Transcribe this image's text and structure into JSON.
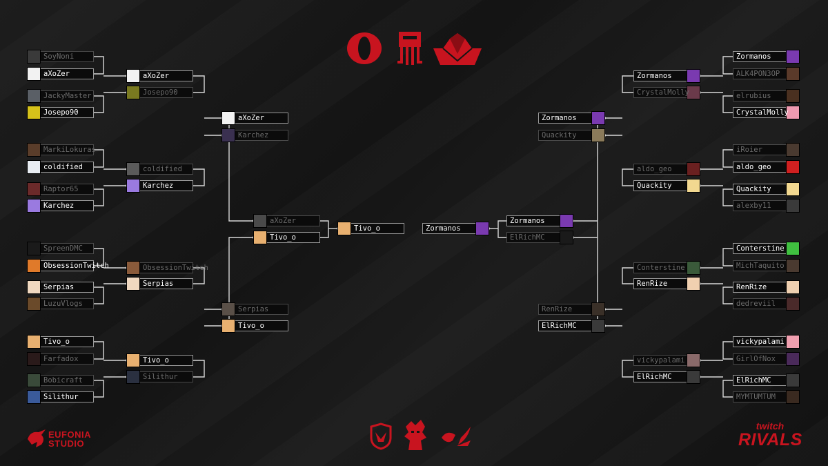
{
  "colors": {
    "accent": "#c8141f",
    "winner_text": "#ffffff",
    "eliminated_text": "#6b6b6b",
    "frame": "#9a9a9a",
    "line": "#d8d8d8"
  },
  "top_logos": [
    "opera-icon",
    "squid-icon",
    "paper-boat-icon"
  ],
  "bottom_logos": [
    "shield-fox-icon",
    "warrior-icon",
    "cat-eyes-icon"
  ],
  "brand_left": {
    "line1": "EUFONIA",
    "line2": "STUDIO"
  },
  "brand_right": {
    "line1": "twitch",
    "line2": "RIVALS"
  },
  "bracket": {
    "left_r1": [
      {
        "name": "SoyNoni",
        "won": false,
        "skin": "#3a3a3a"
      },
      {
        "name": "aXoZer",
        "won": true,
        "skin": "#f2f2f2"
      },
      {
        "name": "JackyMaster",
        "won": false,
        "skin": "#5a5f66"
      },
      {
        "name": "Josepo90",
        "won": true,
        "skin": "#d6c21a"
      },
      {
        "name": "MarkiLokuras",
        "won": false,
        "skin": "#5a3d2a"
      },
      {
        "name": "coldified",
        "won": true,
        "skin": "#e8ecf2"
      },
      {
        "name": "Raptor65",
        "won": false,
        "skin": "#6b2a2a"
      },
      {
        "name": "Karchez",
        "won": true,
        "skin": "#9a7ae0"
      },
      {
        "name": "SpreenDMC",
        "won": false,
        "skin": "#1a1a1a"
      },
      {
        "name": "ObsessionTwitch",
        "won": true,
        "skin": "#e07a2a"
      },
      {
        "name": "Serpias",
        "won": true,
        "skin": "#f0d8c0"
      },
      {
        "name": "LuzuVlogs",
        "won": false,
        "skin": "#6a4a2a"
      },
      {
        "name": "Tivo_o",
        "won": true,
        "skin": "#e8b070"
      },
      {
        "name": "Farfadox",
        "won": false,
        "skin": "#2a1a1a"
      },
      {
        "name": "Bobicraft",
        "won": false,
        "skin": "#3a4a3a"
      },
      {
        "name": "Silithur",
        "won": true,
        "skin": "#3a5a9a"
      }
    ],
    "left_r2": [
      {
        "name": "aXoZer",
        "won": true,
        "skin": "#f2f2f2"
      },
      {
        "name": "Josepo90",
        "won": false,
        "skin": "#7a7a20"
      },
      {
        "name": "coldified",
        "won": false,
        "skin": "#5a5a5a"
      },
      {
        "name": "Karchez",
        "won": true,
        "skin": "#9a7ae0"
      },
      {
        "name": "ObsessionTwitch",
        "won": false,
        "skin": "#8a5a3a"
      },
      {
        "name": "Serpias",
        "won": true,
        "skin": "#f0d8c0"
      },
      {
        "name": "Tivo_o",
        "won": true,
        "skin": "#e8b070"
      },
      {
        "name": "Silithur",
        "won": false,
        "skin": "#2a3040"
      }
    ],
    "left_qf": [
      {
        "name": "aXoZer",
        "won": true,
        "skin": "#f2f2f2"
      },
      {
        "name": "Karchez",
        "won": false,
        "skin": "#3a3050"
      },
      {
        "name": "Serpias",
        "won": false,
        "skin": "#5a5048"
      },
      {
        "name": "Tivo_o",
        "won": true,
        "skin": "#e8b070"
      }
    ],
    "left_sf": [
      {
        "name": "aXoZer",
        "won": false,
        "skin": "#4a4a4a"
      },
      {
        "name": "Tivo_o",
        "won": true,
        "skin": "#e8b070"
      }
    ],
    "left_final": {
      "name": "Tivo_o",
      "won": true,
      "skin": "#e8b070"
    },
    "right_final": {
      "name": "Zormanos",
      "won": true,
      "skin": "#7a3ab0"
    },
    "right_sf": [
      {
        "name": "Zormanos",
        "won": true,
        "skin": "#7a3ab0"
      },
      {
        "name": "ElRichMC",
        "won": false,
        "skin": "#1a1a1a"
      }
    ],
    "right_qf": [
      {
        "name": "Zormanos",
        "won": true,
        "skin": "#7a3ab0"
      },
      {
        "name": "Quackity",
        "won": false,
        "skin": "#8a7a5a"
      },
      {
        "name": "RenRize",
        "won": false,
        "skin": "#3a3028"
      },
      {
        "name": "ElRichMC",
        "won": true,
        "skin": "#3a3a3a"
      }
    ],
    "right_r2": [
      {
        "name": "Zormanos",
        "won": true,
        "skin": "#7a3ab0"
      },
      {
        "name": "CrystalMolly",
        "won": false,
        "skin": "#6a3a4a"
      },
      {
        "name": "aldo_geo",
        "won": false,
        "skin": "#6a2020"
      },
      {
        "name": "Quackity",
        "won": true,
        "skin": "#f2d890"
      },
      {
        "name": "Conterstine",
        "won": false,
        "skin": "#3a5a3a"
      },
      {
        "name": "RenRize",
        "won": true,
        "skin": "#f0d0b0"
      },
      {
        "name": "vickypalami",
        "won": false,
        "skin": "#8a6a6a"
      },
      {
        "name": "ElRichMC",
        "won": true,
        "skin": "#3a3a3a"
      }
    ],
    "right_r1": [
      {
        "name": "Zormanos",
        "won": true,
        "skin": "#7a3ab0"
      },
      {
        "name": "ALK4PON3OP",
        "won": false,
        "skin": "#5a3a2a"
      },
      {
        "name": "elrubius",
        "won": false,
        "skin": "#4a3020"
      },
      {
        "name": "CrystalMolly",
        "won": true,
        "skin": "#f09ab0"
      },
      {
        "name": "iRoier",
        "won": false,
        "skin": "#4a3a30"
      },
      {
        "name": "aldo_geo",
        "won": true,
        "skin": "#d02020"
      },
      {
        "name": "Quackity",
        "won": true,
        "skin": "#f2d890"
      },
      {
        "name": "alexby11",
        "won": false,
        "skin": "#3a3a3a"
      },
      {
        "name": "Conterstine",
        "won": true,
        "skin": "#40c040"
      },
      {
        "name": "MichTaquito",
        "won": false,
        "skin": "#4a3a30"
      },
      {
        "name": "RenRize",
        "won": true,
        "skin": "#f0d0b0"
      },
      {
        "name": "dedreviil",
        "won": false,
        "skin": "#4a2a2a"
      },
      {
        "name": "vickypalami",
        "won": true,
        "skin": "#f0a0b0"
      },
      {
        "name": "GirlOfNox",
        "won": false,
        "skin": "#4a2a5a"
      },
      {
        "name": "ElRichMC",
        "won": true,
        "skin": "#3a3a3a"
      },
      {
        "name": "MYMTUMTUM",
        "won": false,
        "skin": "#3a2a20"
      }
    ]
  }
}
